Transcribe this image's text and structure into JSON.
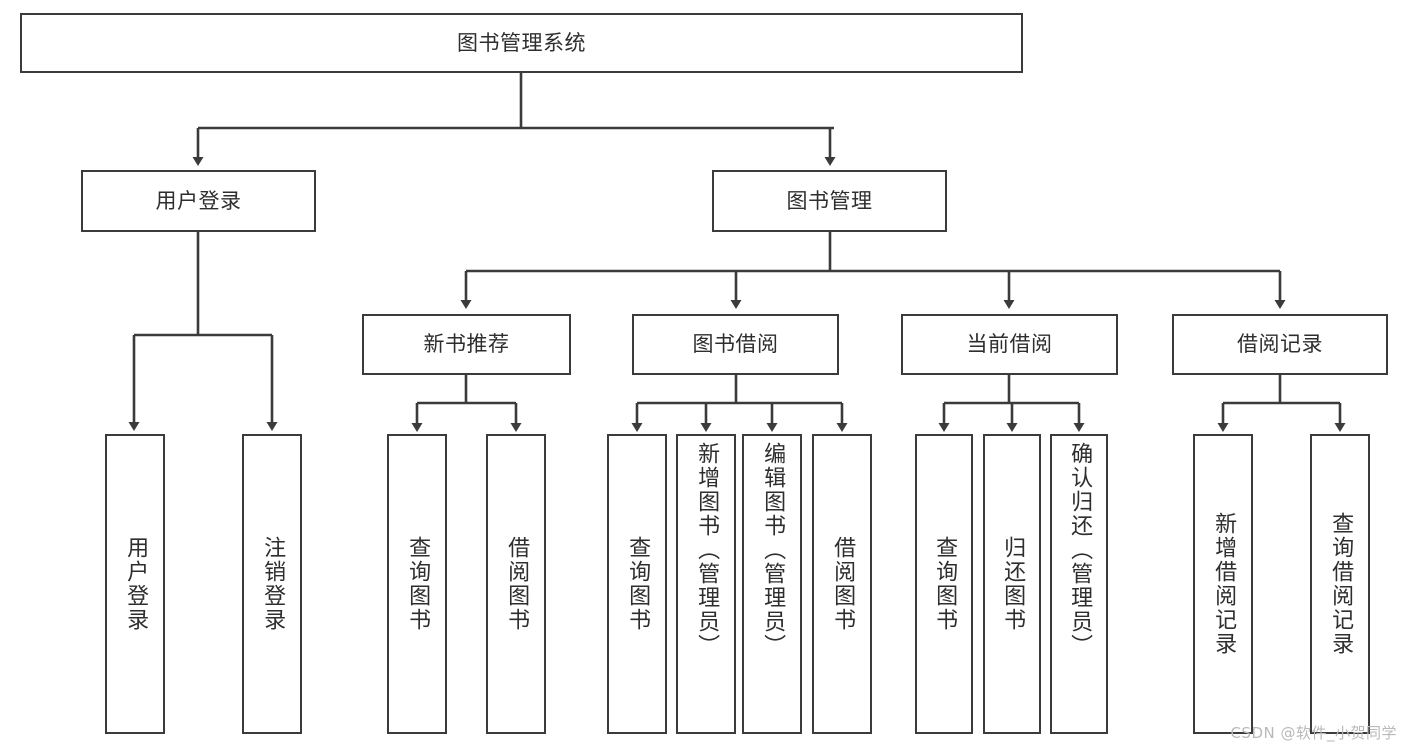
{
  "diagram": {
    "type": "tree",
    "title": "图书管理系统",
    "orientation": "top-down",
    "colors": {
      "box_border": "#3b3b3b",
      "box_fill": "#ffffff",
      "text": "#2e2e2e",
      "connector": "#3b3b3b",
      "watermark": "#b9b9b9"
    },
    "levels": 4
  },
  "nodes": {
    "root": {
      "label": "图书管理系统",
      "level": 1
    },
    "level2": [
      {
        "id": "user-login",
        "label": "用户登录"
      },
      {
        "id": "book-manage",
        "label": "图书管理"
      }
    ],
    "level3": [
      {
        "id": "new-book-recommend",
        "label": "新书推荐",
        "parent": "book-manage"
      },
      {
        "id": "book-borrow",
        "label": "图书借阅",
        "parent": "book-manage"
      },
      {
        "id": "current-borrow",
        "label": "当前借阅",
        "parent": "book-manage"
      },
      {
        "id": "borrow-record",
        "label": "借阅记录",
        "parent": "book-manage"
      }
    ],
    "leaves": [
      {
        "id": "leaf-user-login",
        "label": "用户登录",
        "parent": "user-login"
      },
      {
        "id": "leaf-logout",
        "label": "注销登录",
        "parent": "user-login"
      },
      {
        "id": "leaf-query-book-1",
        "label": "查询图书",
        "parent": "new-book-recommend"
      },
      {
        "id": "leaf-borrow-book-1",
        "label": "借阅图书",
        "parent": "new-book-recommend"
      },
      {
        "id": "leaf-query-book-2",
        "label": "查询图书",
        "parent": "book-borrow"
      },
      {
        "id": "leaf-add-book",
        "label": "新增图书（管理员）",
        "parent": "book-borrow"
      },
      {
        "id": "leaf-edit-book",
        "label": "编辑图书（管理员）",
        "parent": "book-borrow"
      },
      {
        "id": "leaf-borrow-book-2",
        "label": "借阅图书",
        "parent": "book-borrow"
      },
      {
        "id": "leaf-query-book-3",
        "label": "查询图书",
        "parent": "current-borrow"
      },
      {
        "id": "leaf-return-book",
        "label": "归还图书",
        "parent": "current-borrow"
      },
      {
        "id": "leaf-confirm-return",
        "label": "确认归还（管理员）",
        "parent": "current-borrow"
      },
      {
        "id": "leaf-add-record",
        "label": "新增借阅记录",
        "parent": "borrow-record"
      },
      {
        "id": "leaf-query-record",
        "label": "查询借阅记录",
        "parent": "borrow-record"
      }
    ]
  },
  "watermark": {
    "text": "CSDN @软件_小贺同学"
  }
}
